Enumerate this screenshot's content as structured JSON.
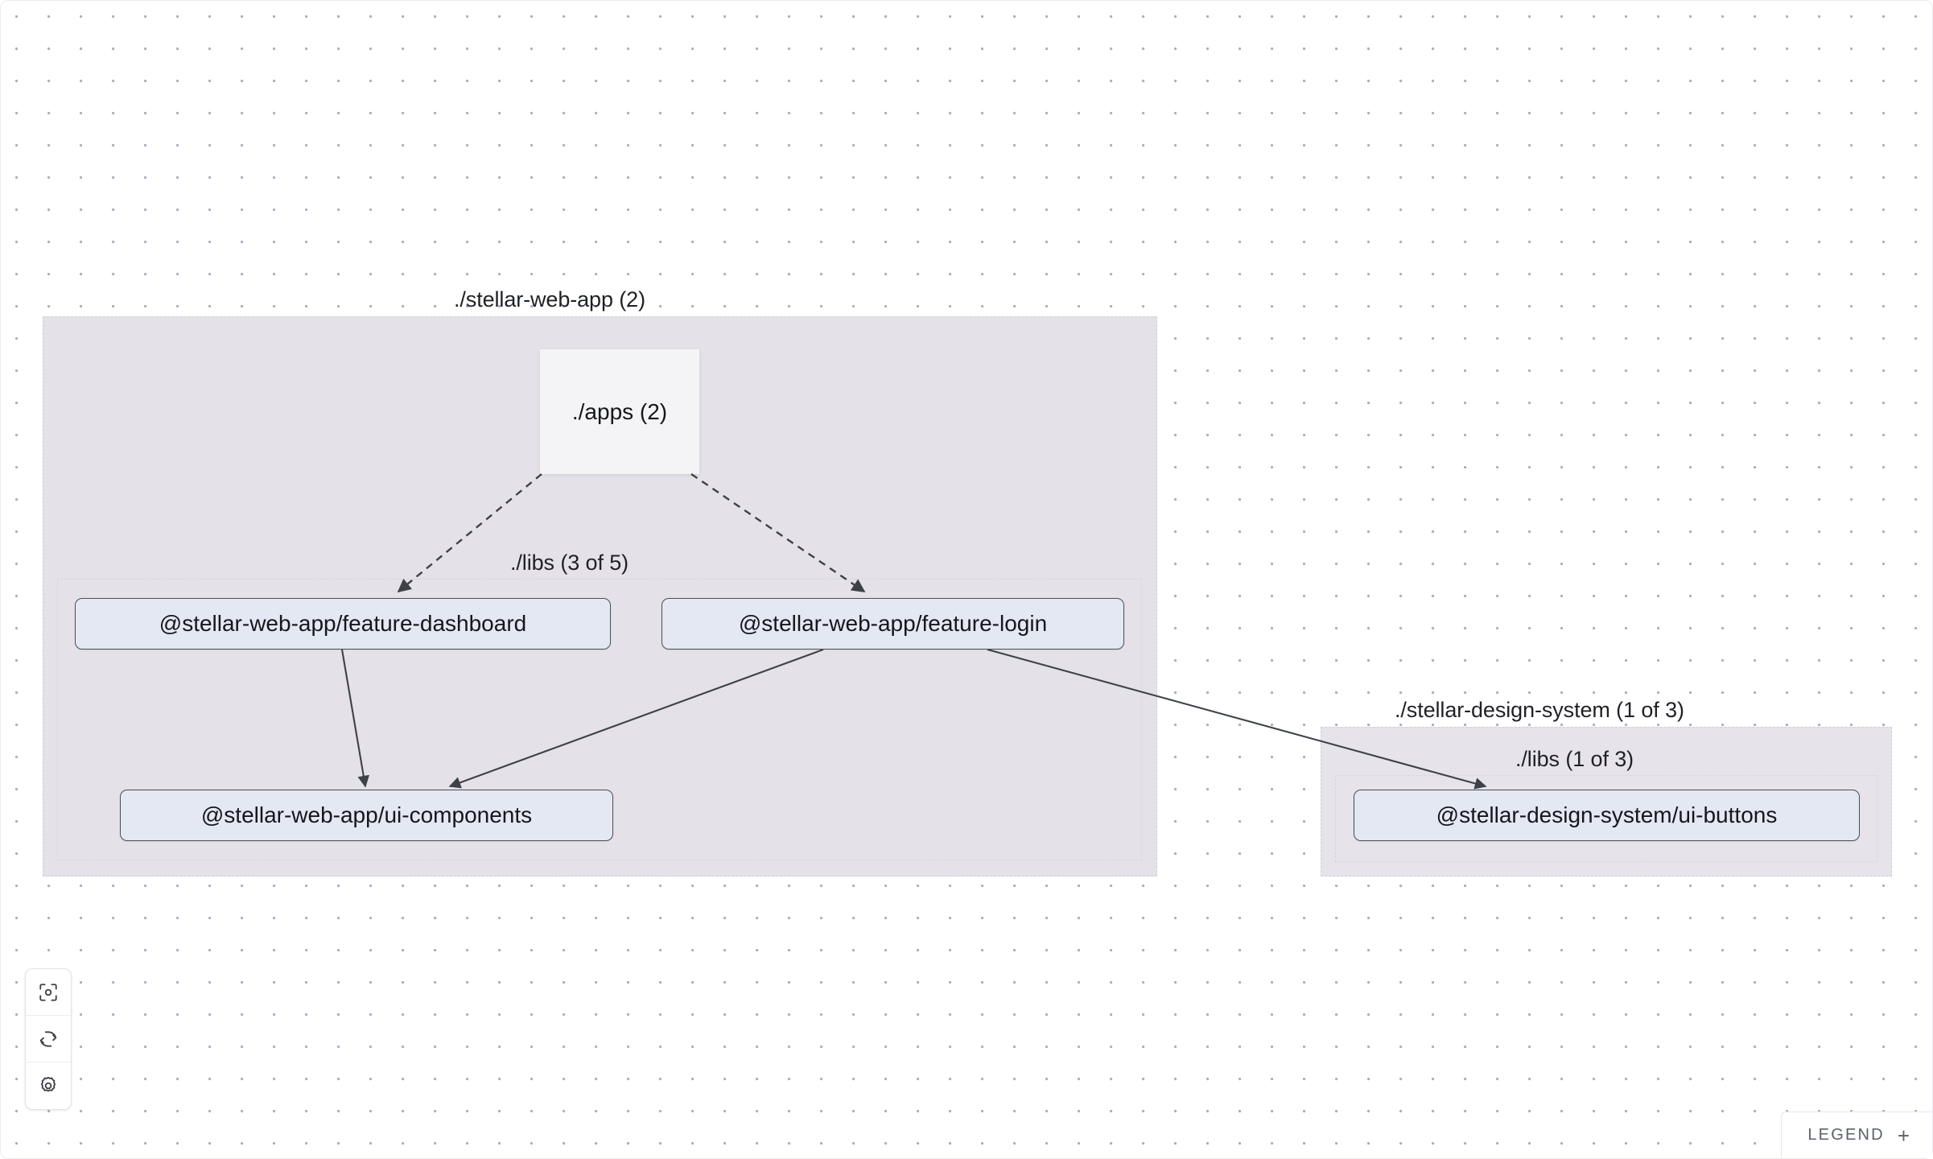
{
  "canvas": {
    "background_color": "#ffffff",
    "grid_dot_color": "#a6b0c0"
  },
  "groups": [
    {
      "id": "stellar-web-app",
      "title": "./stellar-web-app (2)",
      "fill": "#e4e2e8",
      "border": "#cfcfd6"
    },
    {
      "id": "stellar-web-app-libs",
      "title": "./libs (3 of 5)",
      "fill": "transparent",
      "border": "#d8d6de"
    },
    {
      "id": "stellar-design-system",
      "title": "./stellar-design-system (1 of 3)",
      "fill": "#e6e4ea",
      "border": "#cfcfd6"
    },
    {
      "id": "stellar-design-system-libs",
      "title": "./libs (1 of 3)",
      "fill": "transparent",
      "border": "#d8d6de"
    }
  ],
  "folder_nodes": [
    {
      "id": "apps-folder",
      "label": "./apps (2)",
      "fill": "#f4f4f6"
    }
  ],
  "nodes": [
    {
      "id": "feature-dashboard",
      "label": "@stellar-web-app/feature-dashboard",
      "fill": "#e3e8f2",
      "border": "#4b5058"
    },
    {
      "id": "feature-login",
      "label": "@stellar-web-app/feature-login",
      "fill": "#e3e8f2",
      "border": "#4b5058"
    },
    {
      "id": "ui-components",
      "label": "@stellar-web-app/ui-components",
      "fill": "#e3e8f2",
      "border": "#4b5058"
    },
    {
      "id": "ui-buttons",
      "label": "@stellar-design-system/ui-buttons",
      "fill": "#e3e8f2",
      "border": "#4b5058"
    }
  ],
  "edges": [
    {
      "id": "apps-to-feature-dashboard",
      "from": "apps-folder",
      "to": "feature-dashboard",
      "style": "dashed"
    },
    {
      "id": "apps-to-feature-login",
      "from": "apps-folder",
      "to": "feature-login",
      "style": "dashed"
    },
    {
      "id": "feature-dashboard-to-ui-components",
      "from": "feature-dashboard",
      "to": "ui-components",
      "style": "solid"
    },
    {
      "id": "feature-login-to-ui-components",
      "from": "feature-login",
      "to": "ui-components",
      "style": "solid"
    },
    {
      "id": "feature-login-to-ui-buttons",
      "from": "feature-login",
      "to": "ui-buttons",
      "style": "solid"
    }
  ],
  "toolbar": {
    "buttons": [
      {
        "id": "focus",
        "icon": "focus-target-icon"
      },
      {
        "id": "refresh",
        "icon": "refresh-icon"
      },
      {
        "id": "settings",
        "icon": "gear-icon"
      }
    ]
  },
  "legend": {
    "label": "LEGEND",
    "expand_glyph": "+"
  }
}
